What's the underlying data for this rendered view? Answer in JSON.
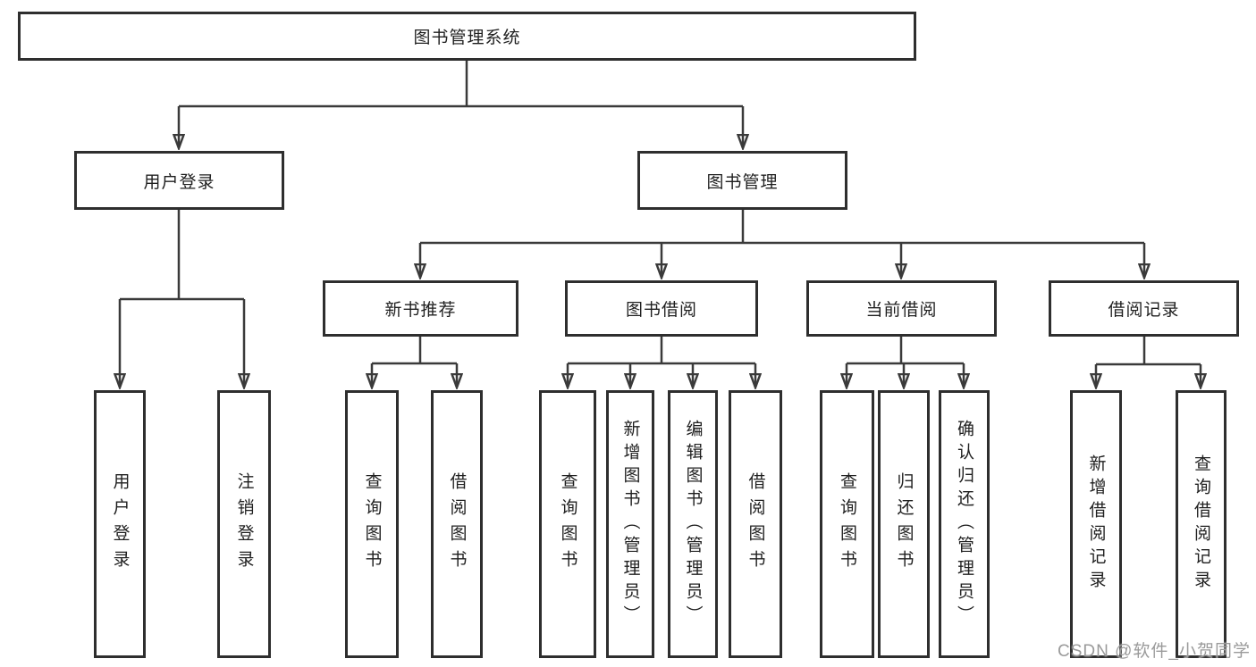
{
  "tree": {
    "label": "图书管理系统",
    "children": [
      {
        "label": "用户登录",
        "children": [
          {
            "label": "用户登录"
          },
          {
            "label": "注销登录"
          }
        ]
      },
      {
        "label": "图书管理",
        "children": [
          {
            "label": "新书推荐",
            "children": [
              {
                "label": "查询图书"
              },
              {
                "label": "借阅图书"
              }
            ]
          },
          {
            "label": "图书借阅",
            "children": [
              {
                "label": "查询图书"
              },
              {
                "label": "新增图书（管理员）"
              },
              {
                "label": "编辑图书（管理员）"
              },
              {
                "label": "借阅图书"
              }
            ]
          },
          {
            "label": "当前借阅",
            "children": [
              {
                "label": "查询图书"
              },
              {
                "label": "归还图书"
              },
              {
                "label": "确认归还（管理员）"
              }
            ]
          },
          {
            "label": "借阅记录",
            "children": [
              {
                "label": "新增借阅记录"
              },
              {
                "label": "查询借阅记录"
              }
            ]
          }
        ]
      }
    ]
  },
  "watermark": {
    "text": "CSDN @软件_小贺同学"
  },
  "colors": {
    "line": "#3a3a3a",
    "box-border": "#2e2e2e",
    "text": "#1f1f1f",
    "watermark": "#9a9a9a",
    "bg": "#ffffff"
  }
}
